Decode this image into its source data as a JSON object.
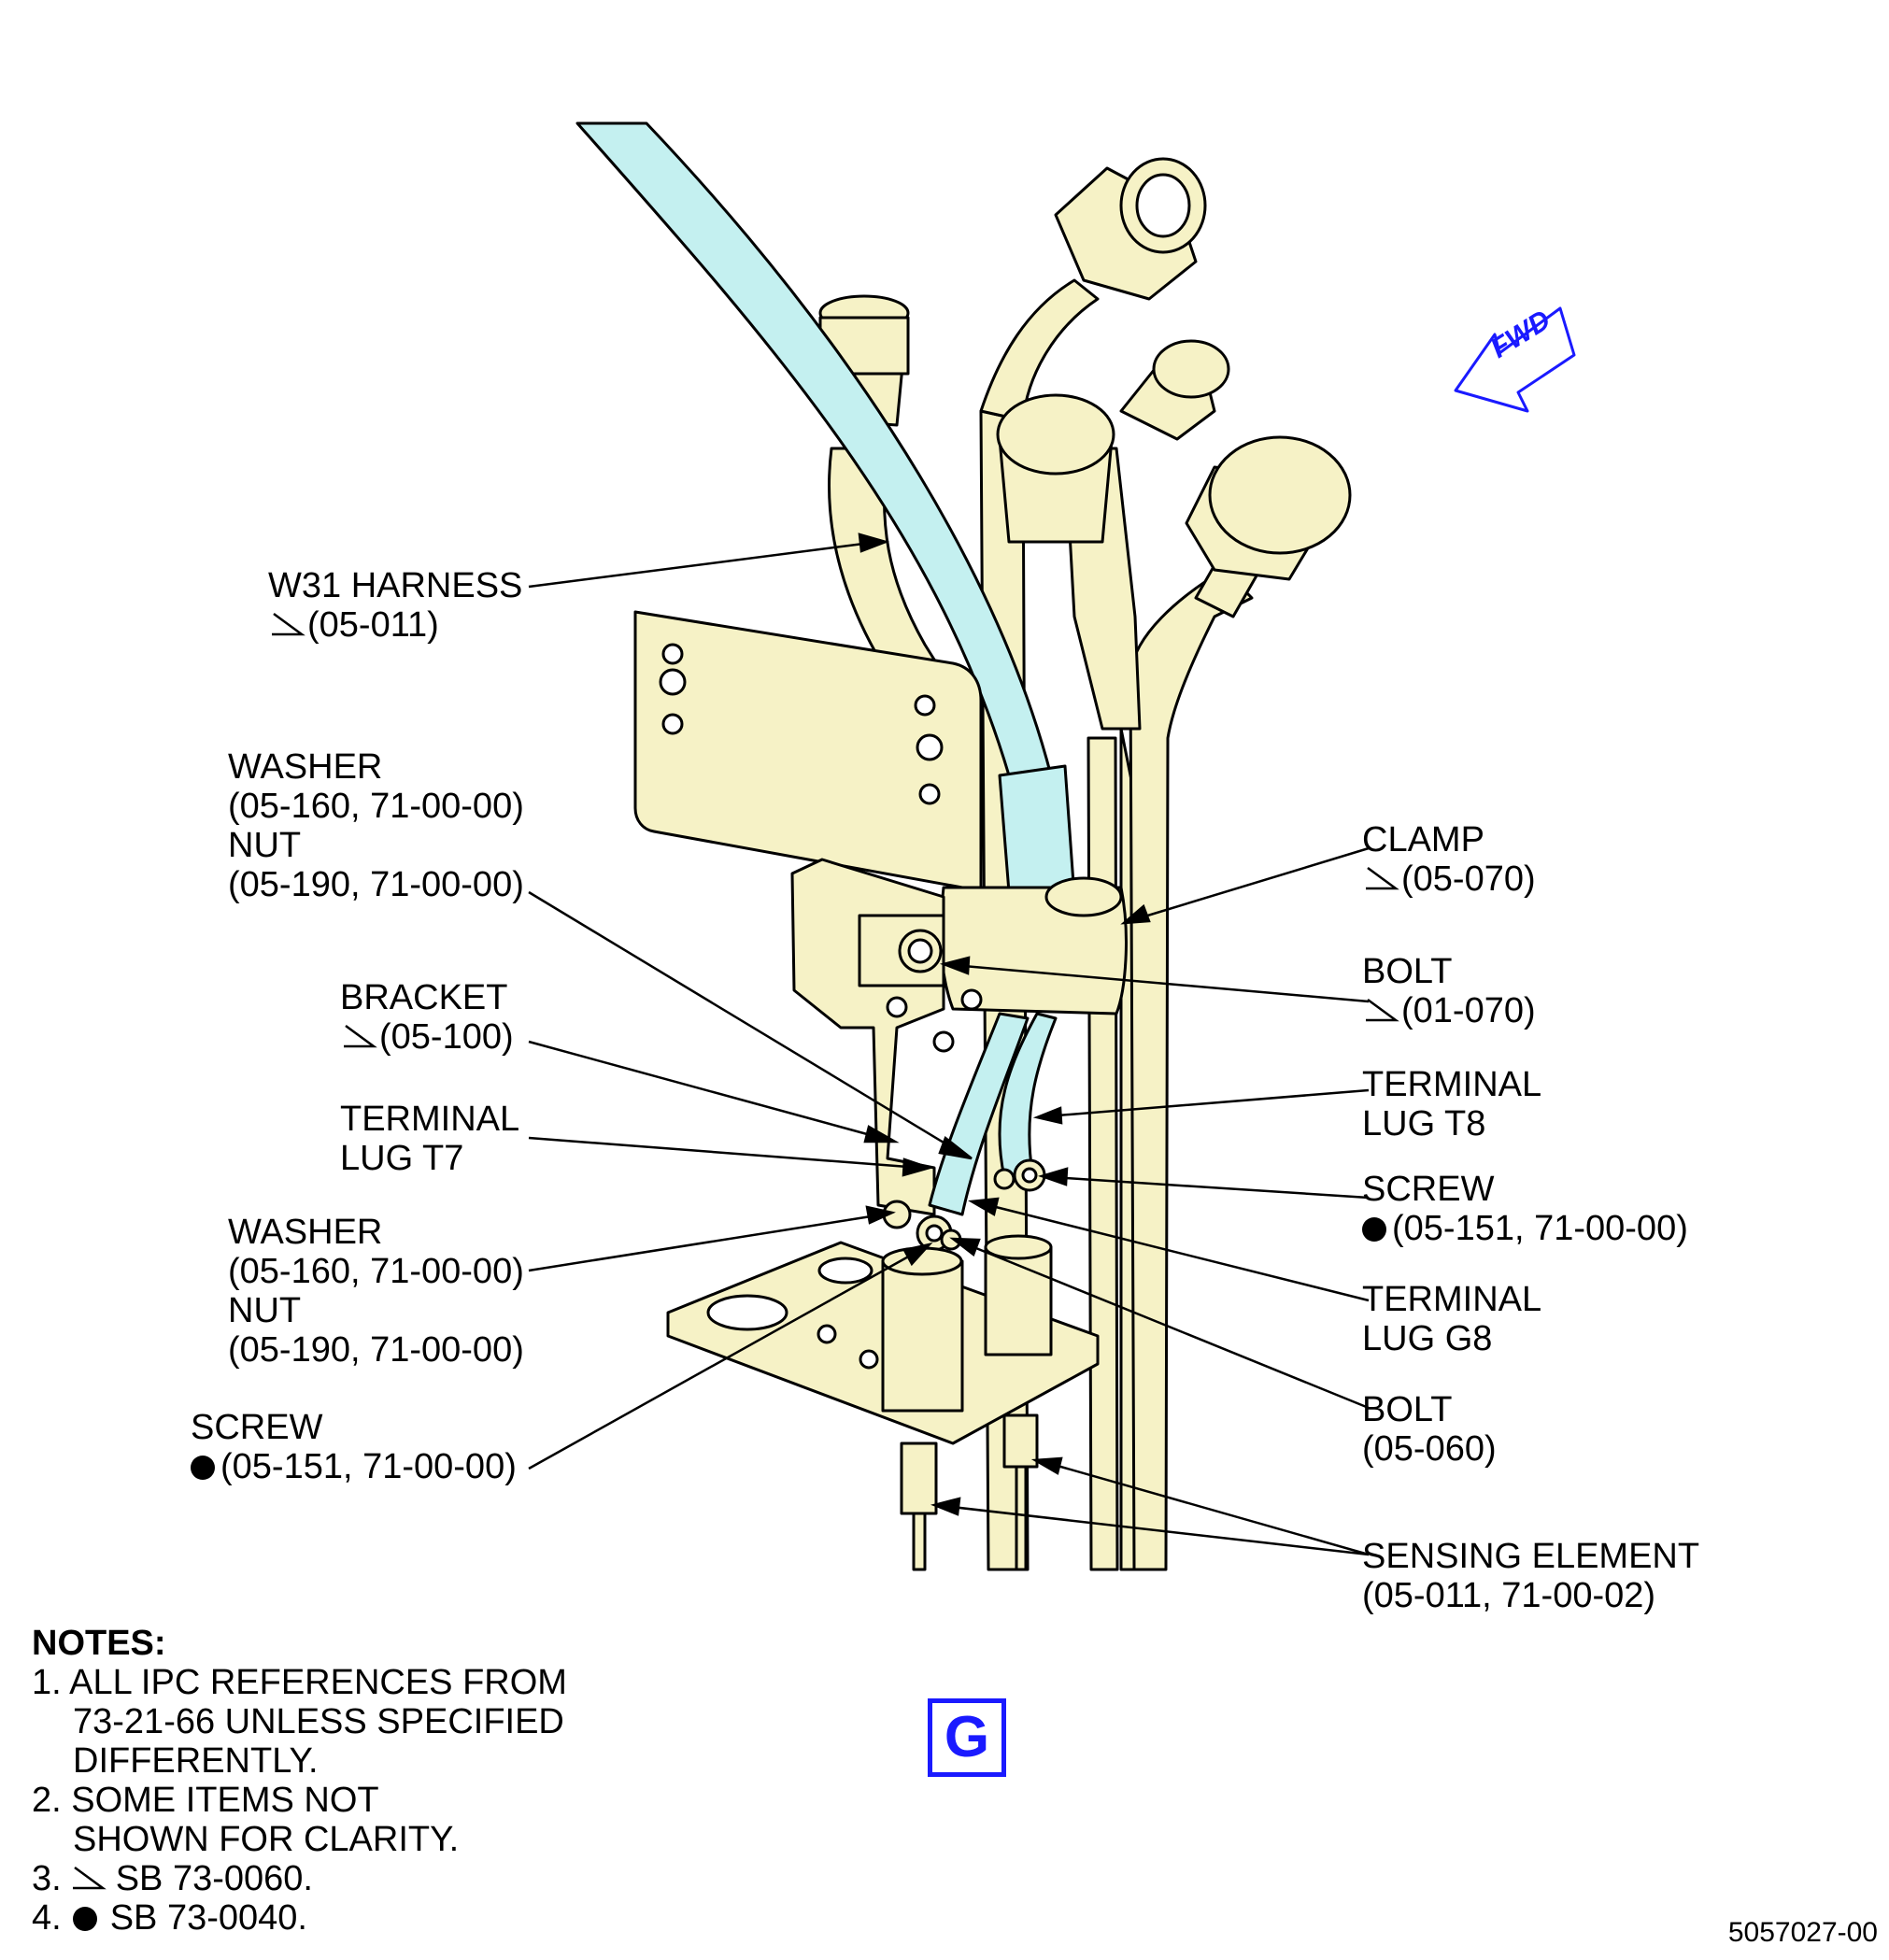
{
  "callouts": {
    "w31_harness": {
      "line1": "W31 HARNESS",
      "line2": "(05-011)"
    },
    "washer_nut_upper": {
      "line1": "WASHER",
      "line2": "(05-160, 71-00-00)",
      "line3": "NUT",
      "line4": "(05-190, 71-00-00)"
    },
    "bracket": {
      "line1": "BRACKET",
      "line2": "(05-100)"
    },
    "terminal_lug_t7": {
      "line1": "TERMINAL",
      "line2": "LUG T7"
    },
    "washer_nut_lower": {
      "line1": "WASHER",
      "line2": "(05-160, 71-00-00)",
      "line3": "NUT",
      "line4": "(05-190, 71-00-00)"
    },
    "screw_left": {
      "line1": "SCREW",
      "line2": "(05-151, 71-00-00)"
    },
    "clamp": {
      "line1": "CLAMP",
      "line2": "(05-070)"
    },
    "bolt_upper": {
      "line1": "BOLT",
      "line2": "(01-070)"
    },
    "terminal_lug_t8": {
      "line1": "TERMINAL",
      "line2": "LUG T8"
    },
    "screw_right": {
      "line1": "SCREW",
      "line2": "(05-151, 71-00-00)"
    },
    "terminal_lug_g8": {
      "line1": "TERMINAL",
      "line2": "LUG G8"
    },
    "bolt_lower": {
      "line1": "BOLT",
      "line2": "(05-060)"
    },
    "sensing_element": {
      "line1": "SENSING ELEMENT",
      "line2": "(05-011, 71-00-02)"
    }
  },
  "fwd_label": "FWD",
  "view_letter": "G",
  "notes": {
    "title": "NOTES:",
    "n1a": "1. ALL IPC REFERENCES FROM",
    "n1b": "73-21-66 UNLESS SPECIFIED",
    "n1c": "DIFFERENTLY.",
    "n2a": "2. SOME ITEMS NOT",
    "n2b": "SHOWN FOR CLARITY.",
    "n3_num": "3.",
    "n3_text": "SB 73-0060.",
    "n4_num": "4.",
    "n4_text": "SB 73-0040."
  },
  "drawing_number": "5057027-00",
  "colors": {
    "part_fill": "#f6f2c6",
    "harness_fill": "#c4f0f0",
    "line": "#000000",
    "fwd_blue": "#1a1aff"
  }
}
